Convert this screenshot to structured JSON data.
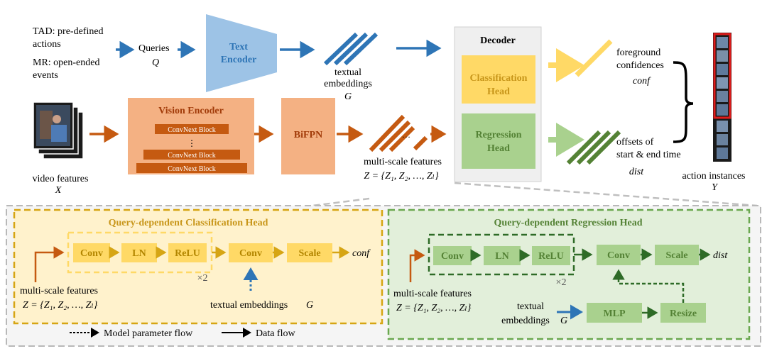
{
  "top": {
    "tad_line1": "TAD: pre-defined",
    "tad_line2": "actions",
    "mr_line1": "MR: open-ended",
    "mr_line2": "events",
    "queries_label": "Queries",
    "queries_symbol": "Q",
    "text_encoder_line1": "Text",
    "text_encoder_line2": "Encoder",
    "textual_line1": "textual",
    "textual_line2": "embeddings",
    "textual_symbol": "G",
    "decoder_title": "Decoder",
    "cls_head_line1": "Classification",
    "cls_head_line2": "Head",
    "reg_head_line1": "Regression",
    "reg_head_line2": "Head",
    "fg_line1": "foreground",
    "fg_line2": "confidences",
    "fg_symbol": "conf",
    "off_line1": "offsets of",
    "off_line2": "start & end time",
    "off_symbol": "dist",
    "action_label": "action instances",
    "action_symbol": "Y"
  },
  "middle": {
    "video_label": "video features",
    "video_symbol": "X",
    "vision_encoder_title": "Vision Encoder",
    "convnext_block": "ConvNext Block",
    "vdots": "⋮",
    "bifpn": "BiFPN",
    "hdots": "…",
    "msf_label": "multi-scale features",
    "msf_formula": "Z = {Z₁, Z₂, …, Zₗ}"
  },
  "cls_panel": {
    "title": "Query-dependent Classification Head",
    "conv": "Conv",
    "ln": "LN",
    "relu": "ReLU",
    "times2": "×2",
    "conv2": "Conv",
    "scale": "Scale",
    "out": "conf",
    "msf_label": "multi-scale features",
    "msf_formula": "Z = {Z₁, Z₂, …, Zₗ}",
    "te_label": "textual embeddings",
    "te_symbol": "G"
  },
  "reg_panel": {
    "title": "Query-dependent Regression Head",
    "conv": "Conv",
    "ln": "LN",
    "relu": "ReLU",
    "times2": "×2",
    "conv2": "Conv",
    "scale": "Scale",
    "out": "dist",
    "msf_label": "multi-scale features",
    "msf_formula": "Z = {Z₁, Z₂, …, Zₗ}",
    "te_line1": "textual",
    "te_line2": "embeddings",
    "te_symbol": "G",
    "mlp": "MLP",
    "resize": "Resize"
  },
  "legend": {
    "param_flow": "Model parameter flow",
    "data_flow": "Data flow"
  },
  "colors": {
    "blue": "#2e75b6",
    "orange": "#c55a11",
    "yellow": "#ffd966",
    "green": "#a9d18e",
    "dark_green": "#548235",
    "cls_border": "#d6a514",
    "reg_border": "#6aa84f"
  }
}
